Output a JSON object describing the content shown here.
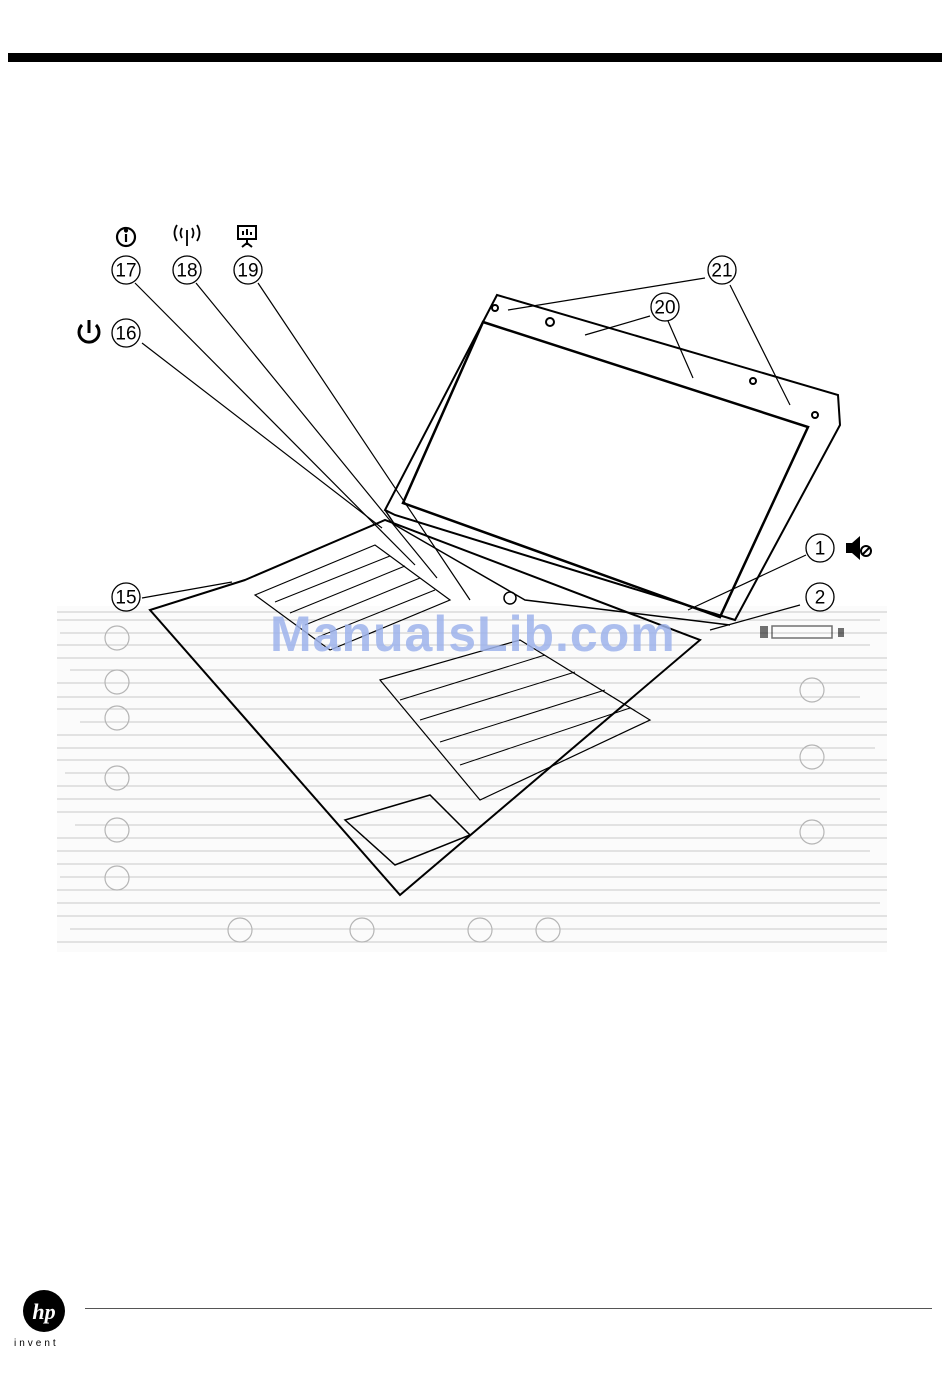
{
  "figure": {
    "callouts": [
      {
        "n": "1"
      },
      {
        "n": "2"
      },
      {
        "n": "15"
      },
      {
        "n": "16"
      },
      {
        "n": "17"
      },
      {
        "n": "18"
      },
      {
        "n": "19"
      },
      {
        "n": "20"
      },
      {
        "n": "21"
      }
    ],
    "icons": [
      "info-icon",
      "wireless-icon",
      "presentation-icon",
      "power-icon",
      "mute-icon"
    ]
  },
  "watermark": "ManualsLib.com",
  "footer": {
    "logo_text": "hp",
    "tagline": "invent"
  }
}
